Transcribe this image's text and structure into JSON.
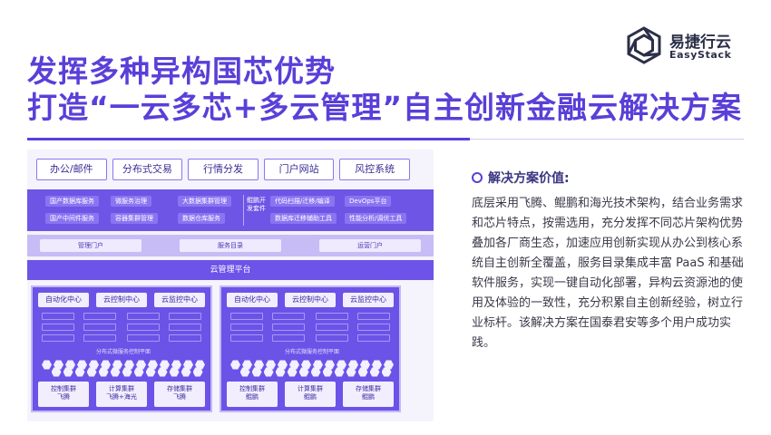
{
  "header": {
    "title_line1": "发挥多种异构国芯优势",
    "title_line2": "打造“一云多芯+多云管理”自主创新金融云解决方案"
  },
  "logo": {
    "name_cn": "易捷行云",
    "name_en": "EasyStack"
  },
  "diagram": {
    "apps": [
      "办公/邮件",
      "分布式交易",
      "行情分发",
      "门户网站",
      "风控系统"
    ],
    "services_left": [
      "国产数据库服务",
      "微服务治理",
      "大数据集群管理",
      "国产中间件服务",
      "容器集群管理",
      "数据仓库服务"
    ],
    "devops": {
      "label": "鲲鹏开发套件",
      "tools": [
        "代码扫描/迁移/编译",
        "DevOps平台",
        "数据库迁移辅助工具",
        "性能分析/调优工具"
      ]
    },
    "mgmt": [
      "管理门户",
      "服务目录",
      "运营门户"
    ],
    "platform": "云管理平台",
    "cluster_centers": [
      "自动化中心",
      "云控制中心",
      "云监控中心"
    ],
    "mesh_plane": "分布式微服务控制平面",
    "cluster_left_nodes": [
      {
        "name": "控制集群",
        "chip": "飞腾"
      },
      {
        "name": "计算集群",
        "chip": "飞腾+海光"
      },
      {
        "name": "存储集群",
        "chip": "飞腾"
      }
    ],
    "cluster_right_nodes": [
      {
        "name": "控制集群",
        "chip": "鲲鹏"
      },
      {
        "name": "计算集群",
        "chip": "鲲鹏"
      },
      {
        "name": "存储集群",
        "chip": "鲲鹏"
      }
    ]
  },
  "value": {
    "title": "解决方案价值:",
    "body": "底层采用飞腾、鲲鹏和海光技术架构，结合业务需求和芯片特点，按需选用，充分发挥不同芯片架构优势 叠加各厂商生态，加速应用创新实现从办公到核心系统自主创新全覆盖，服务目录集成丰富 PaaS 和基础软件服务，实现一键自动化部署，异构云资源池的使用及体验的一致性，充分积累自主创新经验，树立行业标杆。该解决方案在国泰君安等多个用户成功实践。"
  },
  "colors": {
    "brand": "#5a3fd8",
    "panel": "#6d53e7",
    "light": "#f5f3fc"
  }
}
